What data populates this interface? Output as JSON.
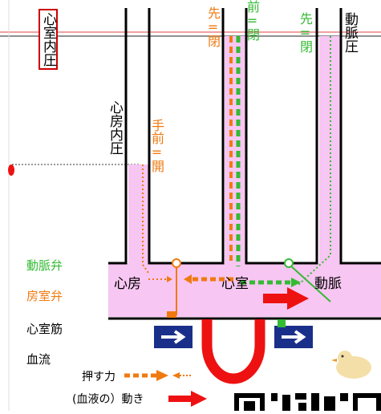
{
  "labels": {
    "ventricle_pressure": "心室内圧",
    "atrium_pressure": "心房内圧",
    "aortic_pressure": "動脈圧",
    "atrium": "心房",
    "ventricle": "心室",
    "artery": "動脈",
    "left_cond": "手前=開",
    "mid_cond": "前=閉",
    "mid_cond_top": "先=閉",
    "right_cond": "先=閉"
  },
  "legend": {
    "aortic_valve": "動脈弁",
    "av_valve": "房室弁",
    "muscle": "心室筋",
    "blood_flow": "血流",
    "push_force": "押す力",
    "motion_line1": "(血液の）動き"
  },
  "colors": {
    "pink": "#f7c6f2",
    "green": "#33bb33",
    "orange": "#f07a10",
    "red": "#ee1111",
    "navy": "#1a2f8a"
  }
}
